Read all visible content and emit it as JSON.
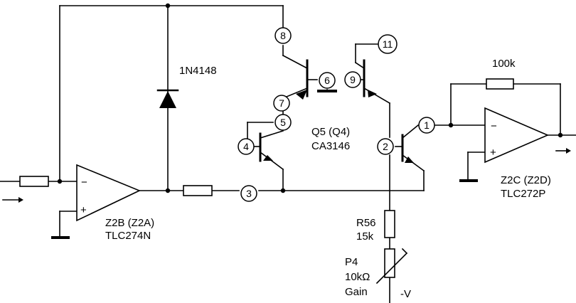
{
  "diode": {
    "part": "1N4148"
  },
  "transistor_array": {
    "name": "Q5 (Q4)",
    "part": "CA3146"
  },
  "opamp_left": {
    "name": "Z2B (Z2A)",
    "part": "TLC274N",
    "minus": "−",
    "plus": "+"
  },
  "opamp_right": {
    "name": "Z2C (Z2D)",
    "part": "TLC272P",
    "minus": "−",
    "plus": "+"
  },
  "feedback_resistor": {
    "value": "100k"
  },
  "resistor_r56": {
    "name": "R56",
    "value": "15k"
  },
  "potentiometer_p4": {
    "name": "P4",
    "value": "10kΩ",
    "function": "Gain"
  },
  "supply": {
    "label": "-V"
  },
  "pins": [
    "1",
    "2",
    "3",
    "4",
    "5",
    "6",
    "7",
    "8",
    "9",
    "11"
  ]
}
